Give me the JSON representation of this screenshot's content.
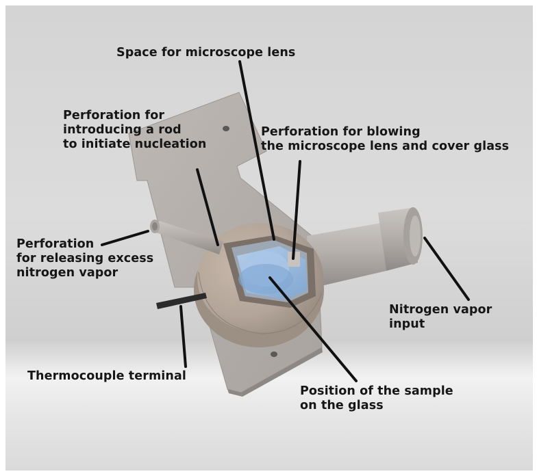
{
  "labels": {
    "microscope_lens_space": "Space for microscope lens",
    "rod_perforation": "Perforation for\nintroducing a rod\nto initiate nucleation",
    "blowing_perforation": "Perforation for blowing\nthe microscope lens and cover glass",
    "excess_vapor_perforation": "Perforation\nfor releasing excess\nnitrogen vapor",
    "nitrogen_input": "Nitrogen vapor\ninput",
    "thermocouple": "Thermocouple terminal",
    "sample_position": "Position of the sample\non the glass"
  },
  "colors": {
    "background": "#d6d6d6",
    "metal": "#b0aba8",
    "metal_light": "#c4c0bc",
    "metal_dark": "#8e8986",
    "glass": "#8fb4dc",
    "leader_line": "#111111"
  }
}
